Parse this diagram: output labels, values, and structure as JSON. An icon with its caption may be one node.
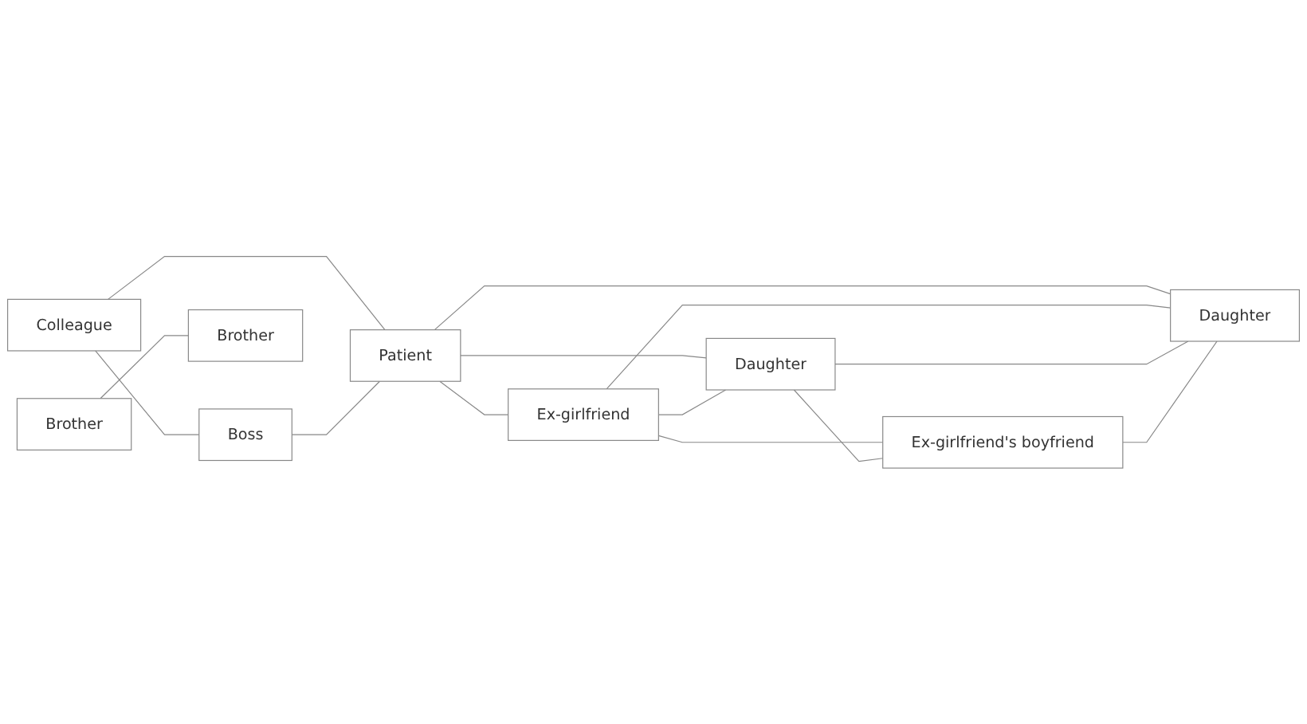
{
  "diagram": {
    "nodes": [
      {
        "text": [
          "Colleague"
        ]
      },
      {
        "text": [
          "Ex-girlfriend"
        ]
      },
      {
        "text": [
          "Patient"
        ]
      },
      {
        "text": [
          "Daughter"
        ]
      },
      {
        "text": [
          "Ex-girlfriend's boyfriend"
        ]
      },
      {
        "text": [
          "Boss"
        ]
      },
      {
        "text": [
          "Daughter"
        ]
      },
      {
        "text": [
          "Brother"
        ]
      },
      {
        "text": [
          "Brother"
        ]
      }
    ],
    "edges": [
      {
        "from": 0,
        "to": 5,
        "arrow": "none"
      },
      {
        "from": 0,
        "to": 2,
        "arrow": "none"
      },
      {
        "from": 5,
        "to": 2,
        "arrow": "none"
      },
      {
        "from": 2,
        "to": 1,
        "arrow": "none"
      },
      {
        "from": 2,
        "to": 3,
        "arrow": "none"
      },
      {
        "from": 2,
        "to": 6,
        "arrow": "none"
      },
      {
        "from": 1,
        "to": 3,
        "arrow": "none"
      },
      {
        "from": 1,
        "to": 6,
        "arrow": "none"
      },
      {
        "from": 1,
        "to": 4,
        "arrow": "none"
      },
      {
        "from": 3,
        "to": 4,
        "arrow": "none"
      },
      {
        "from": 3,
        "to": 6,
        "arrow": "none"
      },
      {
        "from": 4,
        "to": 6,
        "arrow": "none"
      },
      {
        "from": 7,
        "to": 8,
        "arrow": "none"
      }
    ]
  }
}
